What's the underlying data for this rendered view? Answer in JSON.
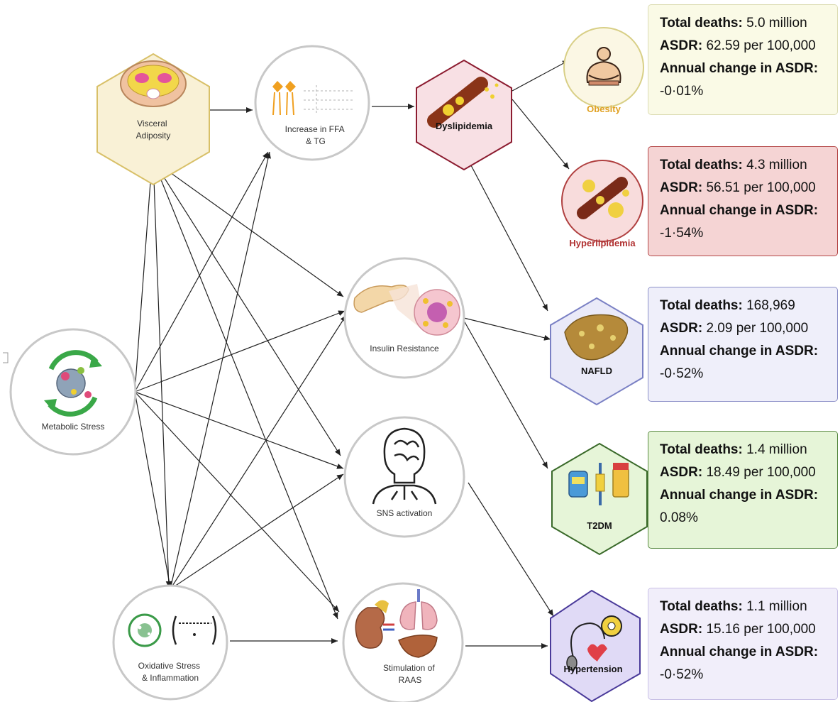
{
  "nodes": {
    "visceral_adiposity": "Visceral Adiposity",
    "ffa_tg": "Increase in FFA & TG",
    "metabolic_stress": "Metabolic Stress",
    "insulin_resistance": "Insulin Resistance",
    "sns_activation": "SNS activation",
    "oxidative_stress": "Oxidative Stress & Inflammation",
    "raas": "Stimulation of RAAS",
    "dyslipidemia": "Dyslipidemia"
  },
  "diseases": {
    "obesity": "Obesity",
    "hyperlipidemia": "Hyperlipidemia",
    "nafld": "NAFLD",
    "t2dm": "T2DM",
    "hypertension": "Hypertension"
  },
  "labels": {
    "total_deaths": "Total deaths:",
    "asdr": "ASDR:",
    "annual_change": "Annual change in ASDR:"
  },
  "stats": {
    "obesity": {
      "total_deaths": "5.0 million",
      "asdr": "62.59 per 100,000",
      "annual_change": "-0·01%"
    },
    "hyperlipidemia": {
      "total_deaths": "4.3 million",
      "asdr": "56.51 per 100,000",
      "annual_change": "-1·54%"
    },
    "nafld": {
      "total_deaths": "168,969",
      "asdr": "2.09 per 100,000",
      "annual_change": "-0·52%"
    },
    "t2dm": {
      "total_deaths": "1.4 million",
      "asdr": "18.49 per 100,000",
      "annual_change": "0.08%"
    },
    "hypertension": {
      "total_deaths": "1.1 million",
      "asdr": "15.16 per 100,000",
      "annual_change": "-0·52%"
    }
  },
  "colors": {
    "obesity_box": "#fafae6",
    "hyperlipidemia_box": "#f5d4d4",
    "nafld_box": "#efeffa",
    "t2dm_box": "#e6f5d8",
    "hypertension_box": "#f1eefa",
    "obesity_label": "#e0a020",
    "hyperlipidemia_label": "#b03030"
  }
}
